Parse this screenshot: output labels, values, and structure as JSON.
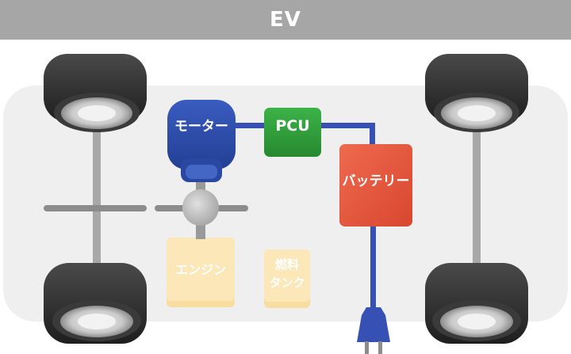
{
  "header": {
    "title": "EV"
  },
  "components": {
    "motor": "モーター",
    "pcu": "PCU",
    "battery": "バッテリー",
    "engine": "エンジン",
    "fuel_tank_line1": "燃料",
    "fuel_tank_line2": "タンク"
  },
  "colors": {
    "header": "#a6a6a6",
    "motor": "#2f4fa8",
    "pcu": "#2f9a3a",
    "battery": "#e35a45",
    "engine_inactive": "#f8e0a8",
    "wire": "#3650b4",
    "body": "#efefef",
    "tire": "#2a2a2a"
  }
}
